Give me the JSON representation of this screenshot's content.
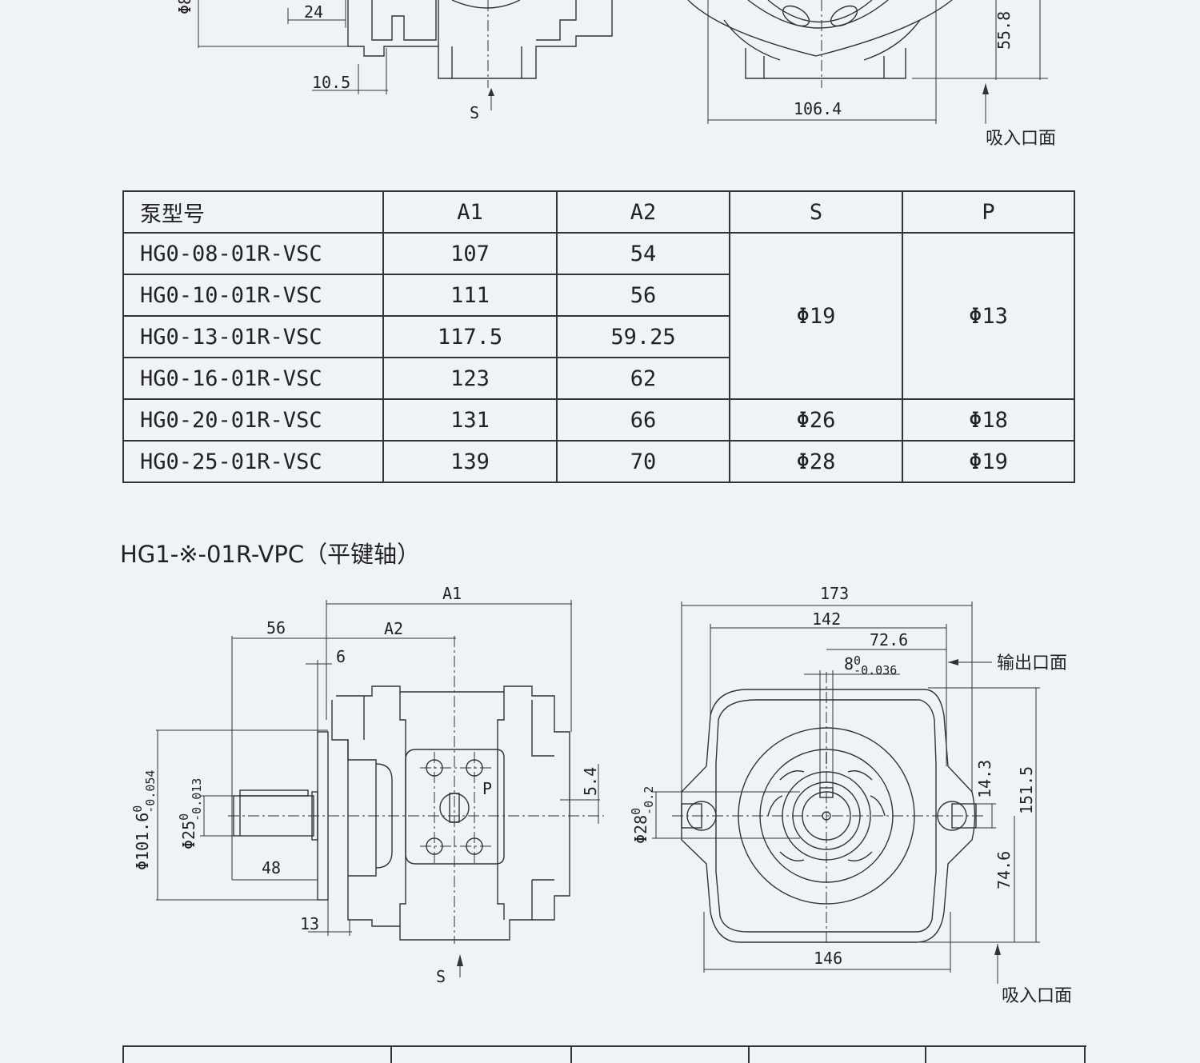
{
  "top_drawing": {
    "dim_phi_partial": "Φ8",
    "dim_24": "24",
    "dim_10_5": "10.5",
    "label_s": "S",
    "dim_106_4": "106.4",
    "dim_55_8": "55.8",
    "suction_face": "吸入口面"
  },
  "table": {
    "headers": [
      "泵型号",
      "A1",
      "A2",
      "S",
      "P"
    ],
    "rows": [
      {
        "model": "HG0-08-01R-VSC",
        "a1": "107",
        "a2": "54"
      },
      {
        "model": "HG0-10-01R-VSC",
        "a1": "111",
        "a2": "56"
      },
      {
        "model": "HG0-13-01R-VSC",
        "a1": "117.5",
        "a2": "59.25"
      },
      {
        "model": "HG0-16-01R-VSC",
        "a1": "123",
        "a2": "62"
      },
      {
        "model": "HG0-20-01R-VSC",
        "a1": "131",
        "a2": "66",
        "s": "Φ26",
        "p": "Φ18"
      },
      {
        "model": "HG0-25-01R-VSC",
        "a1": "139",
        "a2": "70",
        "s": "Φ28",
        "p": "Φ19"
      }
    ],
    "merged_s": "Φ19",
    "merged_p": "Φ13"
  },
  "section2": {
    "title": "HG1-※-01R-VPC（平键轴）"
  },
  "side_view": {
    "a1": "A1",
    "a2": "A2",
    "d56": "56",
    "d6": "6",
    "d48": "48",
    "d13": "13",
    "d5_4": "5.4",
    "port_p": "P",
    "port_s": "S",
    "shaft_dia": "Φ25",
    "shaft_tol_up": "0",
    "shaft_tol_low": "-0.013",
    "pilot_dia": "Φ101.6",
    "pilot_tol_up": "0",
    "pilot_tol_low": "-0.054"
  },
  "front_view": {
    "d173": "173",
    "d142": "142",
    "d72_6": "72.6",
    "key_w": "8",
    "key_tol_up": "0",
    "key_tol_low": "-0.036",
    "outlet_face": "输出口面",
    "d14_3": "14.3",
    "d151_5": "151.5",
    "d74_6": "74.6",
    "d146": "146",
    "shaft_dia": "Φ28",
    "shaft_tol_up": "0",
    "shaft_tol_low": "-0.2",
    "suction_face": "吸入口面"
  }
}
